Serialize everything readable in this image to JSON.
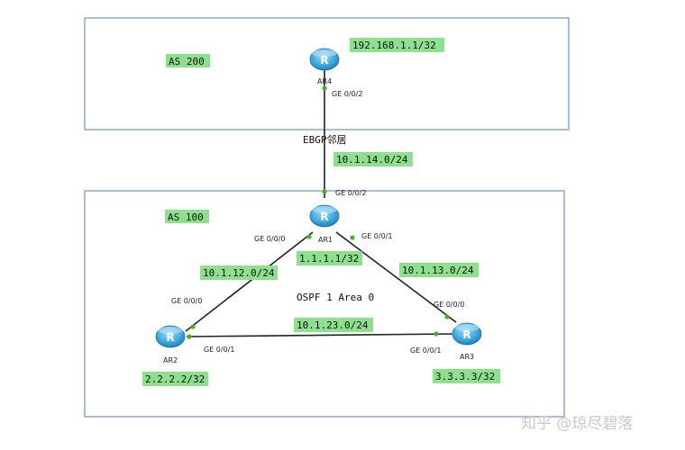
{
  "topology": {
    "as_boxes": [
      {
        "id": "as200",
        "label": "AS 200"
      },
      {
        "id": "as100",
        "label": "AS 100"
      }
    ],
    "routers": [
      {
        "id": "AR4",
        "name": "AR4",
        "loopback": "192.168.1.1/32"
      },
      {
        "id": "AR1",
        "name": "AR1",
        "loopback": "1.1.1.1/32"
      },
      {
        "id": "AR2",
        "name": "AR2",
        "loopback": "2.2.2.2/32"
      },
      {
        "id": "AR3",
        "name": "AR3",
        "loopback": "3.3.3.3/32"
      }
    ],
    "links": [
      {
        "from": "AR4",
        "to": "AR1",
        "from_port": "GE 0/0/2",
        "to_port": "GE 0/0/2",
        "subnet": "10.1.14.0/24"
      },
      {
        "from": "AR1",
        "to": "AR2",
        "from_port": "GE 0/0/0",
        "to_port": "GE 0/0/0",
        "subnet": "10.1.12.0/24"
      },
      {
        "from": "AR1",
        "to": "AR3",
        "from_port": "GE 0/0/1",
        "to_port": "GE 0/0/0",
        "subnet": "10.1.13.0/24"
      },
      {
        "from": "AR2",
        "to": "AR3",
        "from_port": "GE 0/0/1",
        "to_port": "GE 0/0/1",
        "subnet": "10.1.23.0/24"
      }
    ],
    "ebgp_label": "EBGP邻居",
    "ospf_label": "OSPF 1 Area 0"
  },
  "icon": {
    "router": "router-icon",
    "router_letter": "R"
  },
  "colors": {
    "box": "#6f93c0",
    "tag": "#8ee08e",
    "port": "#4caf2a",
    "router": "#3fa9dd"
  },
  "watermark": "知乎 @琼尽碧落"
}
